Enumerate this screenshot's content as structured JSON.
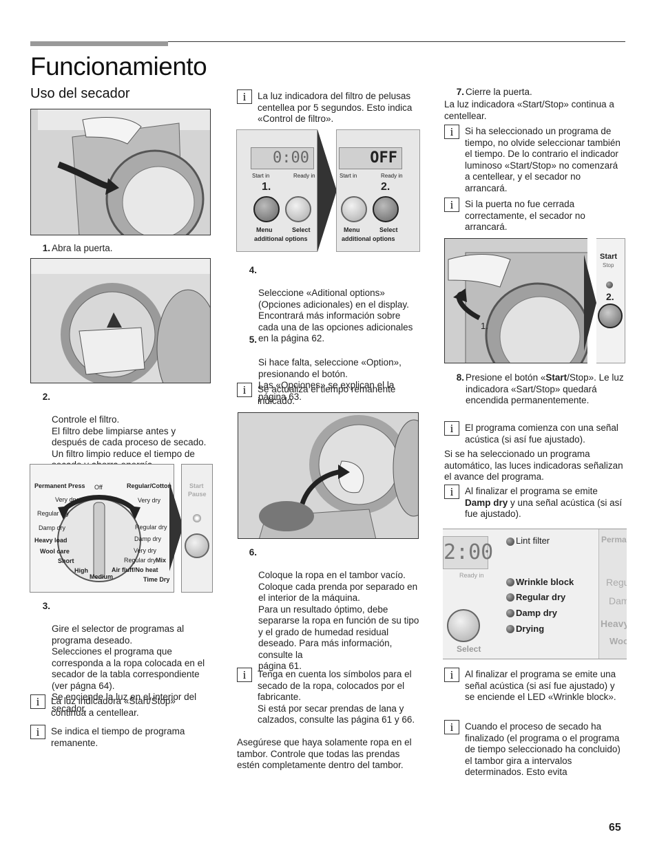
{
  "header": {
    "title": "Funcionamiento",
    "subtitle": "Uso del secador"
  },
  "col1": {
    "step1": {
      "num": "1.",
      "text": "Abra la puerta."
    },
    "step2": {
      "num": "2.",
      "text": "Controle el filtro.\nEl filtro debe limpiarse antes y después de cada proceso de secado. Un filtro limpio reduce el tiempo de secado y ahorra energía."
    },
    "dial": {
      "labels": [
        "Permanent Press",
        "Off",
        "Regular/Cotton",
        "Very dry",
        "Regular dry",
        "Damp dry",
        "Heavy load",
        "Wool care",
        "Short",
        "High",
        "Medium",
        "Air fluff/No heat",
        "Time Dry",
        "Mix",
        "Very dry",
        "Regular dry",
        "Damp dry",
        "Very dry",
        "Regular dry"
      ],
      "start": "Start",
      "pause": "Pause"
    },
    "step3": {
      "num": "3.",
      "text": "Gire el selector de programas al programa deseado.\nSelecciones el programa que corresponda a la ropa colocada en el secador de la tabla correspondiente (ver págna 64).\nSe enciende la luz en el interior del secador."
    },
    "info1": {
      "icon": "i",
      "text": "La luz indicadora «Start/Stop» continua a centellear."
    },
    "info2": {
      "icon": "i",
      "text": "Se indica el tiempo de programa remanente."
    }
  },
  "col2": {
    "info1": {
      "icon": "i",
      "text": "La luz indicadora del filtro de pelusas centellea por 5 segundos. Esto indica «Control de filtro»."
    },
    "panel": {
      "display1": "0:00",
      "display2": "OFF",
      "start_in": "Start in",
      "ready_in": "Ready in",
      "num1": "1.",
      "num2": "2.",
      "menu": "Menu",
      "select": "Select",
      "additional": "additional options"
    },
    "step4": {
      "num": "4.",
      "text": "Seleccione «Aditional options» (Opciones adicionales) en el display.\nEncontrará más información sobre cada una de las opciones adicionales en la página 62."
    },
    "step5": {
      "num": "5.",
      "text": "Si hace falta, seleccione «Option», presionando el botón.\nLas «Opciones» se explican el la página 63."
    },
    "info2": {
      "icon": "i",
      "text": "Se actualiza el tiempo remanente indicado."
    },
    "step6": {
      "num": "6.",
      "text": "Coloque la ropa en el tambor vacío. Coloque cada prenda por separado en el interior de la máquina.\nPara un resultado óptimo, debe separarse la ropa en función de su tipo y el grado de humedad residual deseado. Para más información, consulte la\npágina 61."
    },
    "info3": {
      "icon": "i",
      "text": "Tenga en cuenta los símbolos para el secado de la ropa, colocados por el fabricante.\nSi está por secar prendas de lana y calzados, consulte las página 61 y 66."
    },
    "para": "Asegúrese que haya solamente ropa en el tambor. Controle que todas las prendas estén completamente dentro del tambor."
  },
  "col3": {
    "step7": {
      "num": "7.",
      "text": "Cierre la puerta."
    },
    "para1": "La luz indicadora «Start/Stop» continua a centellear.",
    "info1": {
      "icon": "i",
      "text": "Si ha seleccionado un programa de tiempo, no olvide seleccionar también el tiempo. De lo contrario el indicador luminoso «Start/Stop» no comenzará a centellear, y el secador no arrancará."
    },
    "info2": {
      "icon": "i",
      "text": "Si la puerta no fue cerrada correctamente, el secador no arrancará."
    },
    "door_fig": {
      "start": "Start",
      "stop": "Stop",
      "num1": "1.",
      "num2": "2."
    },
    "step8": {
      "num": "8.",
      "pre": "Presione el botón «",
      "bold": "Start",
      "post": "/Stop». Le luz indicadora «Sart/Stop» quedará encendida permanentemente."
    },
    "info3": {
      "icon": "i",
      "text": "El programa comienza con una señal acústica (si así fue ajustado)."
    },
    "para2": "Si se ha seleccionado un programa automático, las luces indicadoras señalizan el avance del programa.",
    "info4": {
      "icon": "i",
      "pre": "Al finalizar el programa se emite ",
      "bold": "Damp dry",
      "post": " y una señal acústica (si así fue ajustado)."
    },
    "status_panel": {
      "display": "2:00",
      "ready_in": "Ready in",
      "select": "Select",
      "lint": "Lint filter",
      "wrinkle": "Wrinkle block",
      "regular": "Regular dry",
      "damp": "Damp dry",
      "drying": "Drying",
      "cut1": "Perma",
      "cut2": "Regu",
      "cut3": "Dam",
      "cut4": "Heavy",
      "cut5": "Woo"
    },
    "info5": {
      "icon": "i",
      "text": "Al finalizar el programa se emite una señal acústica (si así fue ajustado) y se enciende el LED «Wrinkle block»."
    },
    "info6": {
      "icon": "i",
      "text": "Cuando el proceso de secado ha finalizado (el programa o el programa de tiempo seleccionado ha concluido) el tambor gira a intervalos determinados. Esto evita"
    }
  },
  "page_number": "65"
}
